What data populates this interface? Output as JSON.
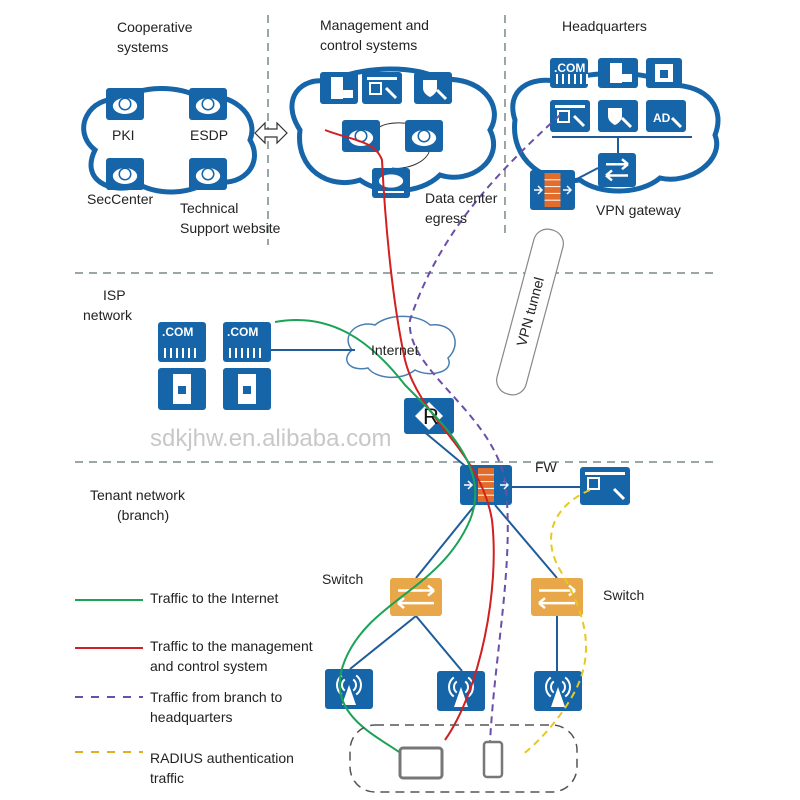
{
  "zones": {
    "cooperative": "Cooperative",
    "cooperative2": "systems",
    "management": "Management and",
    "management2": "control systems",
    "headquarters": "Headquarters",
    "isp": "ISP",
    "isp2": "network",
    "tenant": "Tenant network",
    "tenant2": "(branch)"
  },
  "nodes": {
    "pki": "PKI",
    "esdp": "ESDP",
    "seccenter": "SecCenter",
    "tech1": "Technical",
    "tech2": "Support website",
    "dc1": "Data center",
    "dc2": "egress",
    "vpn_gateway": "VPN gateway",
    "vpn_tunnel": "VPN tunnel",
    "internet": "Internet",
    "router": "R",
    "fw": "FW",
    "switch_left": "Switch",
    "switch_right": "Switch",
    "com": ".COM"
  },
  "legend": [
    {
      "label1": "Traffic to the Internet",
      "label2": "",
      "color": "#1aa356",
      "style": "solid"
    },
    {
      "label1": "Traffic to the management",
      "label2": "and control system",
      "color": "#d21f1f",
      "style": "solid"
    },
    {
      "label1": "Traffic from branch to",
      "label2": "headquarters",
      "color": "#6a4fa8",
      "style": "dashed"
    },
    {
      "label1": "RADIUS authentication",
      "label2": "traffic",
      "color": "#e0b020",
      "style": "dashed"
    }
  ],
  "colors": {
    "device": "#1565a8",
    "switch": "#e8a84a",
    "firewall": "#e36c2a"
  },
  "watermark": "sdkjhw.en.alibaba.com"
}
